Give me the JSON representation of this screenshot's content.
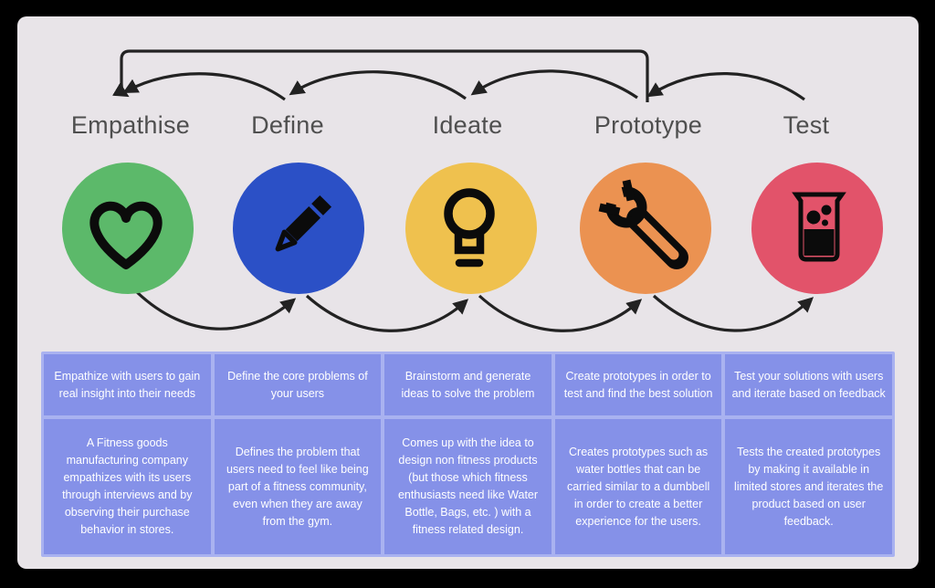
{
  "palette": {
    "frame": "#000000",
    "canvas_background": "#e8e4e8",
    "arrow": "#222222",
    "icon": "#0b0b0b",
    "label_text": "#4f4f4f",
    "cell_fill": "#8591e8",
    "cell_border": "#a9b2f0",
    "cell_text": "#ffffff"
  },
  "stages": [
    {
      "label": "Empathise",
      "color": "#5cb96a",
      "icon": "heart-icon",
      "summary": "Empathize with users to gain real insight into their needs",
      "example": "A Fitness goods manufacturing  company empathizes with its users through interviews and by observing their purchase behavior in stores."
    },
    {
      "label": "Define",
      "color": "#2b50c6",
      "icon": "pencil-icon",
      "summary": "Define the core problems of your users",
      "example": "Defines the problem that users need to feel like being part of a fitness community, even when they are away from the gym."
    },
    {
      "label": "Ideate",
      "color": "#efc14e",
      "icon": "lightbulb-icon",
      "summary": "Brainstorm and generate ideas to solve the problem",
      "example": "Comes up with the idea to design non fitness products (but those which fitness enthusiasts need like Water Bottle, Bags, etc. )  with a fitness related design."
    },
    {
      "label": "Prototype",
      "color": "#eb9251",
      "icon": "wrench-icon",
      "summary": "Create prototypes in order to test and find the best solution",
      "example": "Creates prototypes such as water bottles that can be carried similar to a dumbbell in order to create a better experience for the users."
    },
    {
      "label": "Test",
      "color": "#e2536a",
      "icon": "beaker-icon",
      "summary": "Test your solutions with users and iterate based on feedback",
      "example": "Tests the created prototypes by making it available in limited stores and iterates the product based on user feedback."
    }
  ],
  "connectors": {
    "forward": [
      "Empathise→Define",
      "Define→Ideate",
      "Ideate→Prototype",
      "Prototype→Test"
    ],
    "back": [
      "Define→Empathise",
      "Ideate→Define",
      "Prototype→Ideate",
      "Test→Prototype",
      "Prototype→Empathise"
    ]
  }
}
